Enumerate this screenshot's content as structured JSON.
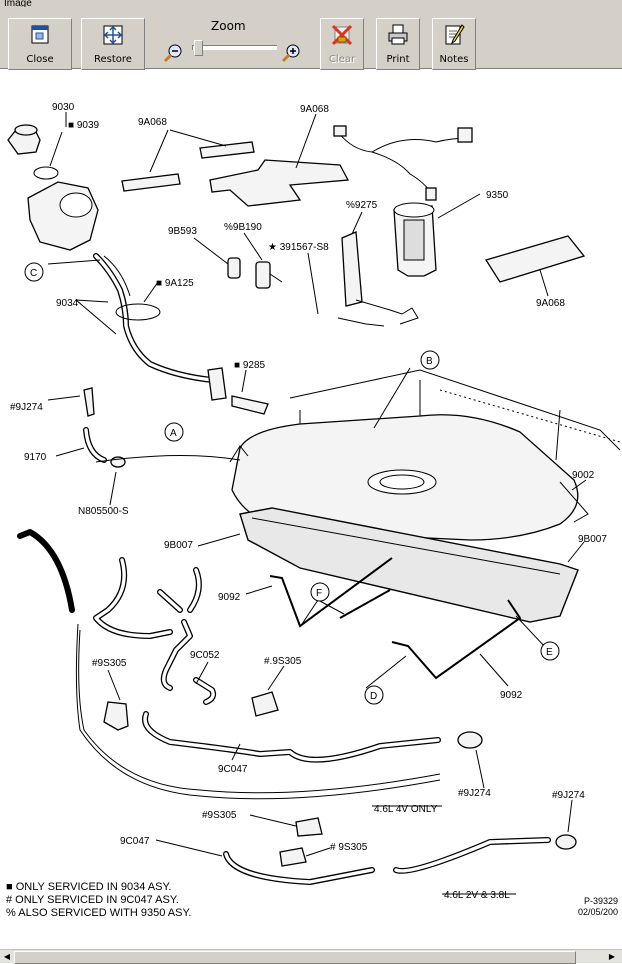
{
  "window": {
    "title": "Image"
  },
  "toolbar": {
    "close_label": "Close",
    "restore_label": "Restore",
    "zoom_label": "Zoom",
    "clear_label": "Clear",
    "print_label": "Print",
    "notes_label": "Notes"
  },
  "diagram": {
    "part_labels": {
      "p9030": "9030",
      "p9039": "■ 9039",
      "p9a068_a": "9A068",
      "p9a068_b": "9A068",
      "p9a068_c": "9A068",
      "p9350": "9350",
      "p9275": "%9275",
      "p9b593": "9B593",
      "p9b190": "%9B190",
      "p391567": "★ 391567-S8",
      "c_label": "C",
      "p9a125": "■ 9A125",
      "p9034": "9034",
      "b_label": "B",
      "p9285": "■ 9285",
      "p9j274_a": "#9J274",
      "a_label": "A",
      "p9170": "9170",
      "n805500": "N805500-S",
      "p9002": "9002",
      "p9b007_a": "9B007",
      "p9b007_b": "9B007",
      "p9092_a": "9092",
      "f_label": "F",
      "e_label": "E",
      "p9s305_a": "#9S305",
      "p9c052": "9C052",
      "p9s305_b": "#.9S305",
      "d_label": "D",
      "p9092_b": "9092",
      "p9c047_a": "9C047",
      "p9j274_b": "#9J274",
      "p9j274_c": "#9J274",
      "engine_46_4v": "4.6L 4V ONLY",
      "p9s305_c": "#9S305",
      "p9c047_b": "9C047",
      "p9s305_d": "# 9S305",
      "engine_46_2v": "4.6L 2V & 3.8L"
    },
    "legend": [
      "■ ONLY SERVICED IN 9034 ASY.",
      "# ONLY SERVICED IN 9C047 ASY.",
      "% ALSO SERVICED WITH 9350 ASY."
    ],
    "ref_number": "P-39329",
    "ref_date": "02/05/200"
  },
  "icons": {
    "close": "close-window-icon",
    "restore": "restore-window-icon",
    "zoom_out": "zoom-out-icon",
    "zoom_in": "zoom-in-icon",
    "clear": "clear-icon",
    "print": "printer-icon",
    "notes": "notes-icon"
  }
}
